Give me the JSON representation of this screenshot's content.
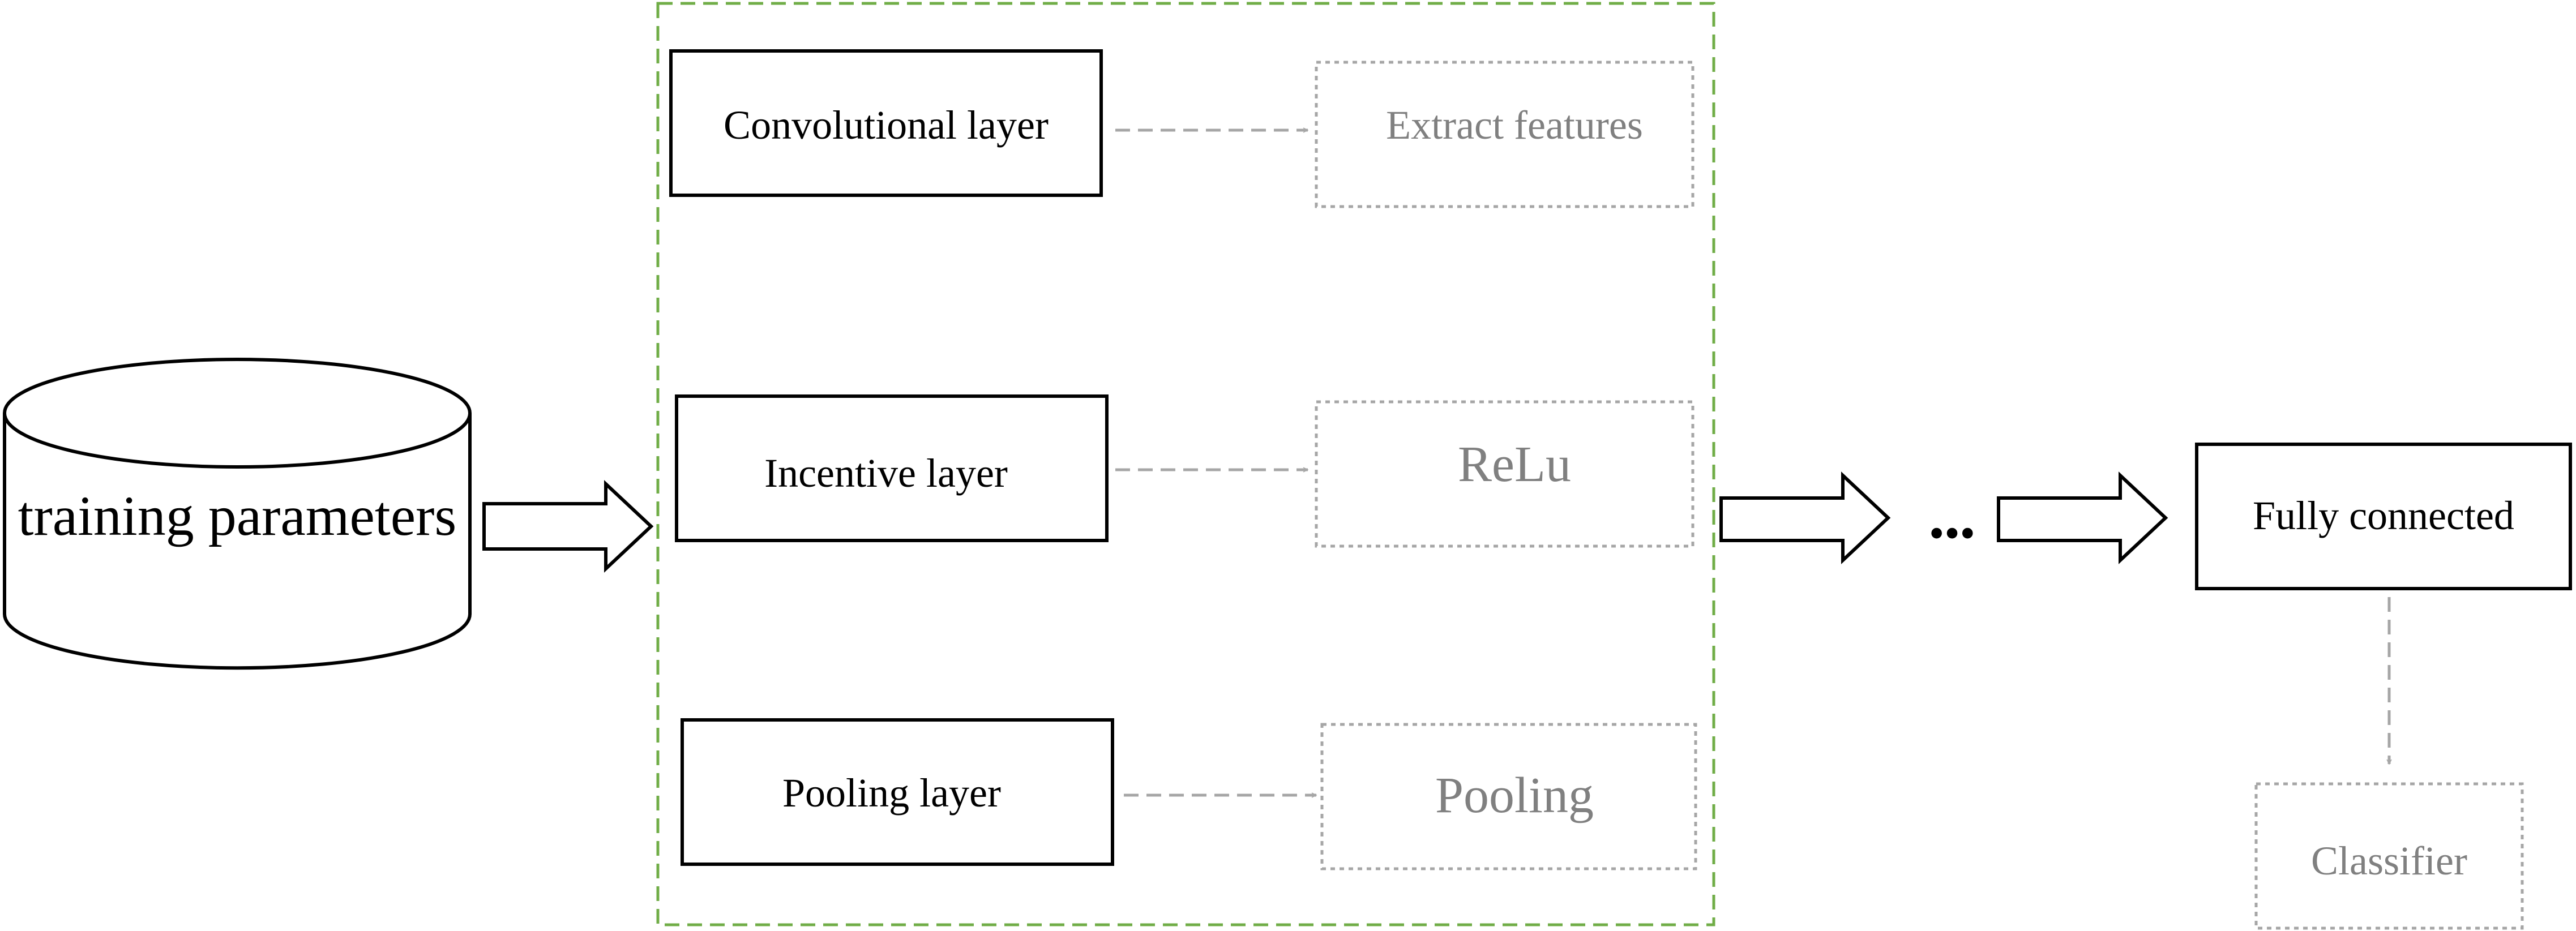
{
  "database": {
    "label": "training parameters"
  },
  "layers": [
    {
      "label": "Convolutional layer",
      "function": "Extract features"
    },
    {
      "label": "Incentive layer",
      "function": "ReLu"
    },
    {
      "label": "Pooling layer",
      "function": "Pooling"
    }
  ],
  "ellipsis": "•••",
  "output": {
    "label": "Fully connected",
    "function": "Classifier"
  },
  "colors": {
    "group_border": "#70ad47",
    "box_border": "#000000",
    "function_border": "#a6a6a6",
    "function_text": "#808080",
    "dashed_arrow": "#a6a6a6"
  }
}
